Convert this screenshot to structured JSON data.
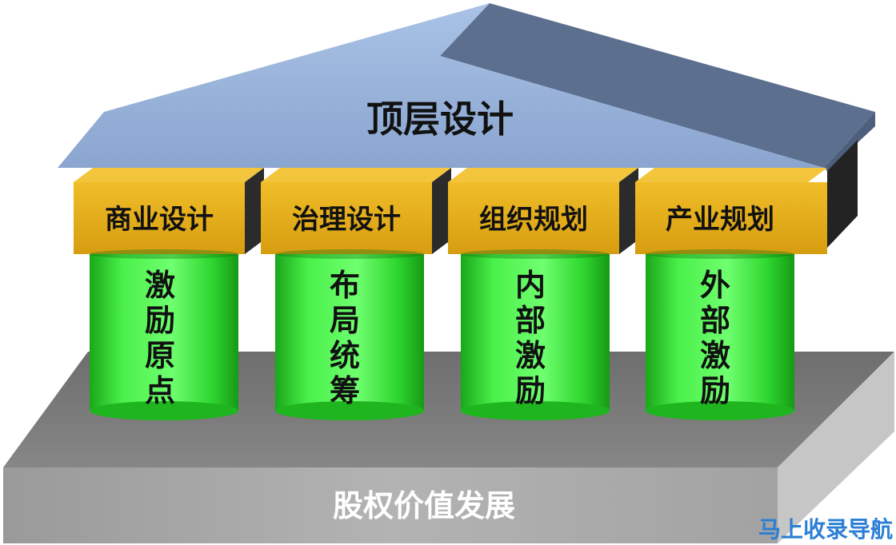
{
  "roof": {
    "title": "顶层设计"
  },
  "capitals": [
    {
      "label": "商业设计"
    },
    {
      "label": "治理设计"
    },
    {
      "label": "组织规划"
    },
    {
      "label": "产业规划"
    }
  ],
  "columns": [
    {
      "label": "激励原点"
    },
    {
      "label": "布局统筹"
    },
    {
      "label": "内部激励"
    },
    {
      "label": "外部激励"
    }
  ],
  "base": {
    "label": "股权价值发展"
  },
  "watermark": {
    "text": "马上收录导航"
  },
  "colors": {
    "roof_light": "#9db6db",
    "roof_dark": "#5b6f8e",
    "capital_front": "#e2aa16",
    "capital_side": "#2a2a2a",
    "column_green": "#33dd33",
    "base_top": "#777777",
    "base_front": "#a9a9a9",
    "base_side": "#c9c9c9",
    "watermark": "#2b7fd4"
  }
}
